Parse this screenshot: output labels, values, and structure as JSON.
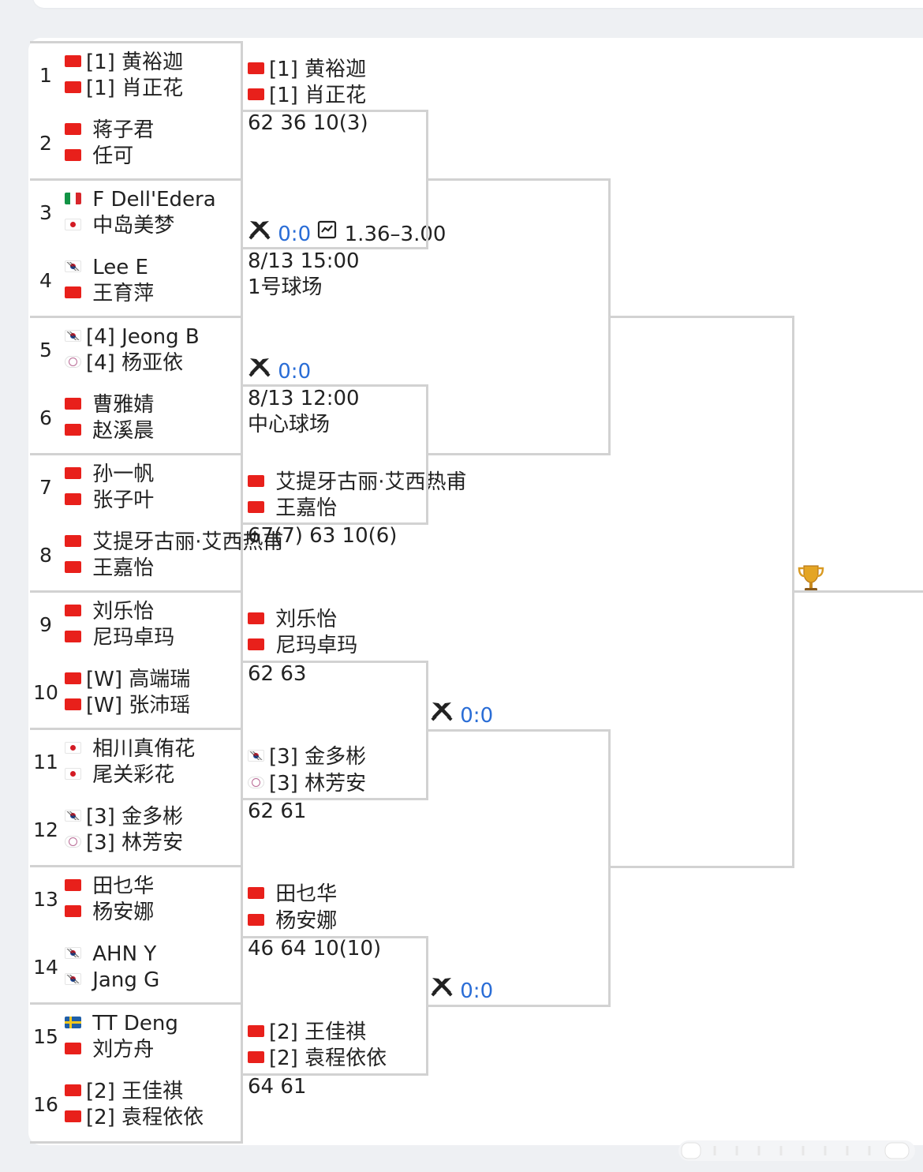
{
  "bracket": {
    "entries": [
      {
        "seed": "1",
        "p1": {
          "name": "[1] 黄裕迦",
          "flag": "cn"
        },
        "p2": {
          "name": "[1] 肖正花",
          "flag": "cn"
        }
      },
      {
        "seed": "2",
        "p1": {
          "name": "蒋子君",
          "flag": "cn"
        },
        "p2": {
          "name": "任可",
          "flag": "cn"
        }
      },
      {
        "seed": "3",
        "p1": {
          "name": "F Dell'Edera",
          "flag": "it"
        },
        "p2": {
          "name": "中岛美梦",
          "flag": "jp"
        }
      },
      {
        "seed": "4",
        "p1": {
          "name": "Lee E",
          "flag": "kr"
        },
        "p2": {
          "name": "王育萍",
          "flag": "cn"
        }
      },
      {
        "seed": "5",
        "p1": {
          "name": "[4] Jeong B",
          "flag": "kr"
        },
        "p2": {
          "name": "[4] 杨亚依",
          "flag": "tpe"
        }
      },
      {
        "seed": "6",
        "p1": {
          "name": "曹雅婧",
          "flag": "cn"
        },
        "p2": {
          "name": "赵溪晨",
          "flag": "cn"
        }
      },
      {
        "seed": "7",
        "p1": {
          "name": "孙一帆",
          "flag": "cn"
        },
        "p2": {
          "name": "张子叶",
          "flag": "cn"
        }
      },
      {
        "seed": "8",
        "p1": {
          "name": "艾提牙古丽·艾西热甫",
          "flag": "cn"
        },
        "p2": {
          "name": "王嘉怡",
          "flag": "cn"
        }
      },
      {
        "seed": "9",
        "p1": {
          "name": "刘乐怡",
          "flag": "cn"
        },
        "p2": {
          "name": "尼玛卓玛",
          "flag": "cn"
        }
      },
      {
        "seed": "10",
        "p1": {
          "name": "[W] 高端瑞",
          "flag": "cn"
        },
        "p2": {
          "name": "[W] 张沛瑶",
          "flag": "cn"
        }
      },
      {
        "seed": "11",
        "p1": {
          "name": "相川真侑花",
          "flag": "jp"
        },
        "p2": {
          "name": "尾关彩花",
          "flag": "jp"
        }
      },
      {
        "seed": "12",
        "p1": {
          "name": "[3] 金多彬",
          "flag": "kr"
        },
        "p2": {
          "name": "[3] 林芳安",
          "flag": "tpe"
        }
      },
      {
        "seed": "13",
        "p1": {
          "name": "田乜华",
          "flag": "cn"
        },
        "p2": {
          "name": "杨安娜",
          "flag": "cn"
        }
      },
      {
        "seed": "14",
        "p1": {
          "name": "AHN Y",
          "flag": "kr"
        },
        "p2": {
          "name": "Jang G",
          "flag": "kr"
        }
      },
      {
        "seed": "15",
        "p1": {
          "name": "TT Deng",
          "flag": "se"
        },
        "p2": {
          "name": "刘方舟",
          "flag": "cn"
        }
      },
      {
        "seed": "16",
        "p1": {
          "name": "[2] 王佳祺",
          "flag": "cn"
        },
        "p2": {
          "name": "[2] 袁程依依",
          "flag": "cn"
        }
      }
    ],
    "round2": [
      {
        "p1": {
          "name": "[1] 黄裕迦",
          "flag": "cn"
        },
        "p2": {
          "name": "[1] 肖正花",
          "flag": "cn"
        },
        "score": "62 36 10(3)"
      },
      {
        "p1": null,
        "p2": null,
        "score": ""
      },
      {
        "p1": null,
        "p2": null,
        "score": ""
      },
      {
        "p1": {
          "name": "艾提牙古丽·艾西热甫",
          "flag": "cn"
        },
        "p2": {
          "name": "王嘉怡",
          "flag": "cn"
        },
        "score": "67(7) 63 10(6)"
      },
      {
        "p1": {
          "name": "刘乐怡",
          "flag": "cn"
        },
        "p2": {
          "name": "尼玛卓玛",
          "flag": "cn"
        },
        "score": "62 63"
      },
      {
        "p1": {
          "name": "[3] 金多彬",
          "flag": "kr"
        },
        "p2": {
          "name": "[3] 林芳安",
          "flag": "tpe"
        },
        "score": "62 61"
      },
      {
        "p1": {
          "name": "田乜华",
          "flag": "cn"
        },
        "p2": {
          "name": "杨安娜",
          "flag": "cn"
        },
        "score": "46 64 10(10)"
      },
      {
        "p1": {
          "name": "[2] 王佳祺",
          "flag": "cn"
        },
        "p2": {
          "name": "[2] 袁程依依",
          "flag": "cn"
        },
        "score": "64 61"
      }
    ],
    "pending": [
      {
        "vote": "0:0",
        "odds": "1.36–3.00",
        "time": "8/13 15:00",
        "court": "1号球场"
      },
      {
        "vote": "0:0",
        "odds": "",
        "time": "8/13 12:00",
        "court": "中心球场"
      }
    ],
    "qf_votes": [
      "0:0",
      "0:0"
    ]
  },
  "colors": {
    "line": "#d2d2d2",
    "vote": "#2a6dd6",
    "cn_flag": "#e8201b"
  }
}
